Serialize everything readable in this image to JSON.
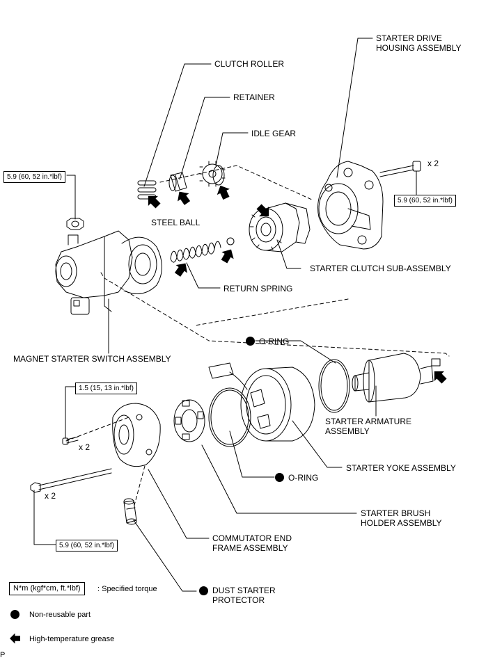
{
  "parts": {
    "starter_drive_housing": "STARTER DRIVE\nHOUSING ASSEMBLY",
    "clutch_roller": "CLUTCH ROLLER",
    "retainer": "RETAINER",
    "idle_gear": "IDLE GEAR",
    "steel_ball": "STEEL BALL",
    "starter_clutch": "STARTER CLUTCH SUB-ASSEMBLY",
    "return_spring": "RETURN SPRING",
    "magnet_switch": "MAGNET STARTER SWITCH ASSEMBLY",
    "oring_upper": "O-RING",
    "starter_armature": "STARTER ARMATURE\nASSEMBLY",
    "starter_yoke": "STARTER YOKE ASSEMBLY",
    "oring_lower": "O-RING",
    "brush_holder": "STARTER BRUSH\nHOLDER ASSEMBLY",
    "commutator_frame": "COMMUTATOR END\nFRAME ASSEMBLY",
    "dust_protector": "DUST STARTER\nPROTECTOR"
  },
  "torque": {
    "switch_nut": "5.9 (60, 52 in.*lbf)",
    "housing_bolt": "5.9 (60, 52 in.*lbf)",
    "frame_screw": "1.5 (15, 13 in.*lbf)",
    "through_bolt": "5.9 (60, 52 in.*lbf)"
  },
  "quantities": {
    "housing_bolt": "x 2",
    "frame_screw": "x 2",
    "through_bolt": "x 2"
  },
  "legend": {
    "torque_unit": "N*m (kgf*cm, ft.*lbf)",
    "torque_desc": ": Specified torque",
    "nonreusable": "Non-reusable part",
    "grease": "High-temperature grease"
  },
  "footer": {
    "mark": "P"
  }
}
